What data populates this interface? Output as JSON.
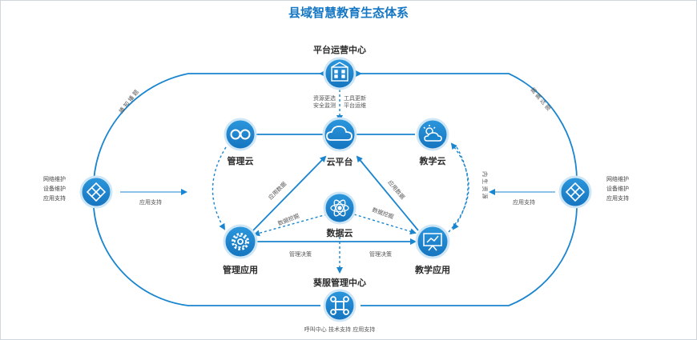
{
  "title": "县域智慧教育生态体系",
  "colors": {
    "primary": "#1a85cf",
    "dark": "#0f6fb4",
    "line": "#1a85cf",
    "text": "#2b2b2b"
  },
  "nodes": {
    "platform_ops": {
      "label": "平台运营中心",
      "icon": "building-icon"
    },
    "mgmt_cloud": {
      "label": "管理云",
      "icon": "infinity-icon"
    },
    "cloud_platform": {
      "label": "云平台",
      "icon": "cloud-icon"
    },
    "teach_cloud": {
      "label": "教学云",
      "icon": "sun-cloud-icon"
    },
    "data_cloud": {
      "label": "数据云",
      "icon": "atom-icon"
    },
    "mgmt_app": {
      "label": "管理应用",
      "icon": "gear-icon"
    },
    "teach_app": {
      "label": "教学应用",
      "icon": "presentation-icon"
    },
    "service_center": {
      "label": "葵服管理中心",
      "icon": "command-icon"
    },
    "left_maint": {
      "lines": [
        "网络维护",
        "设备维护",
        "应用支持"
      ],
      "icon": "tools-icon"
    },
    "right_maint": {
      "lines": [
        "网络维护",
        "设备维护",
        "应用支持"
      ],
      "icon": "tools-icon"
    }
  },
  "edge_labels": {
    "ops_left": [
      "资源更选",
      "安全监测"
    ],
    "ops_right": [
      "工具更新",
      "平台运维"
    ],
    "left_arc": "播 知 播 题",
    "right_arc": "据 据 达 额",
    "app_support_left": "应用支持",
    "app_support_right": "应用支持",
    "app_data_left": "应用数据",
    "data_mining_left": "数据挖掘",
    "app_data_right": "应用数据",
    "data_mining_right": "数据挖掘",
    "decision_left": "管理决策",
    "decision_right": "管理决策",
    "endogenous": "内 生 资 源",
    "service_bottom": "呼叫中心  技术支持  应用支持"
  }
}
